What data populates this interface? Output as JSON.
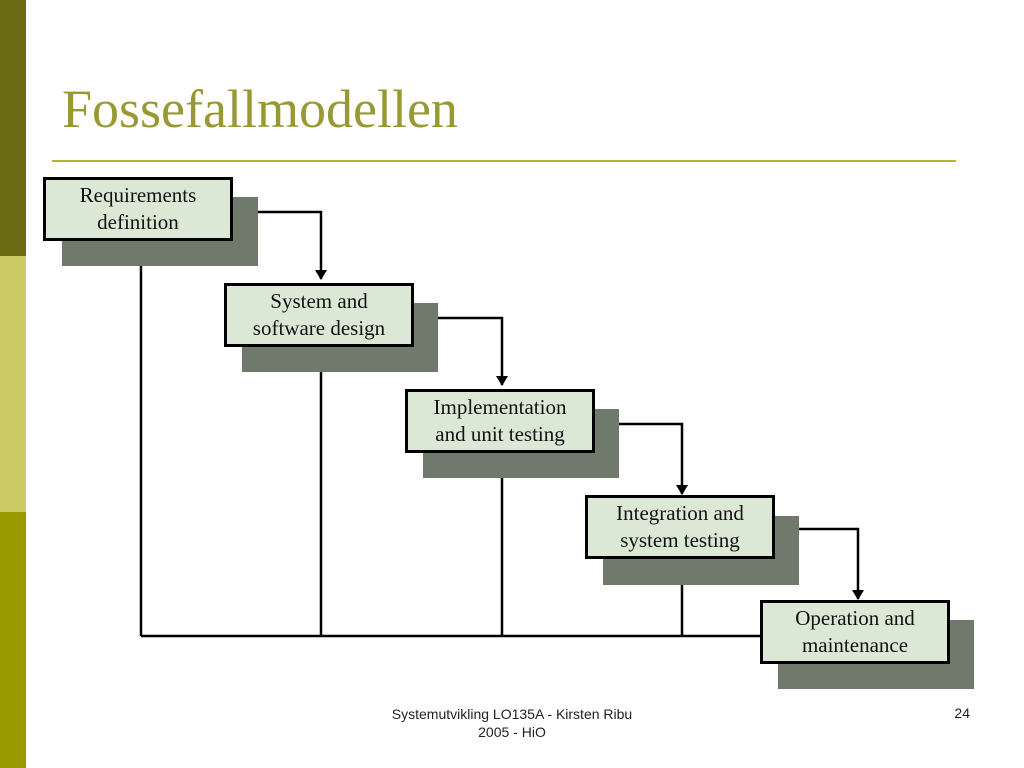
{
  "slide": {
    "title": "Fossefallmodellen",
    "footer": "Systemutvikling LO135A - Kirsten Ribu\n2005 - HiO",
    "page_number": "24"
  },
  "diagram": {
    "phases": [
      {
        "label": "Requirements\ndefinition"
      },
      {
        "label": "System and\nsoftware design"
      },
      {
        "label": "Implementation\nand unit testing"
      },
      {
        "label": "Integration and\nsystem testing"
      },
      {
        "label": "Operation and\nmaintenance"
      }
    ]
  },
  "colors": {
    "title": "#999933",
    "sidebar_dark": "#6b6b16",
    "sidebar_light": "#cccc66",
    "sidebar_olive": "#999900",
    "box_fill": "#dbe8d6",
    "box_shadow": "#707a6c"
  }
}
